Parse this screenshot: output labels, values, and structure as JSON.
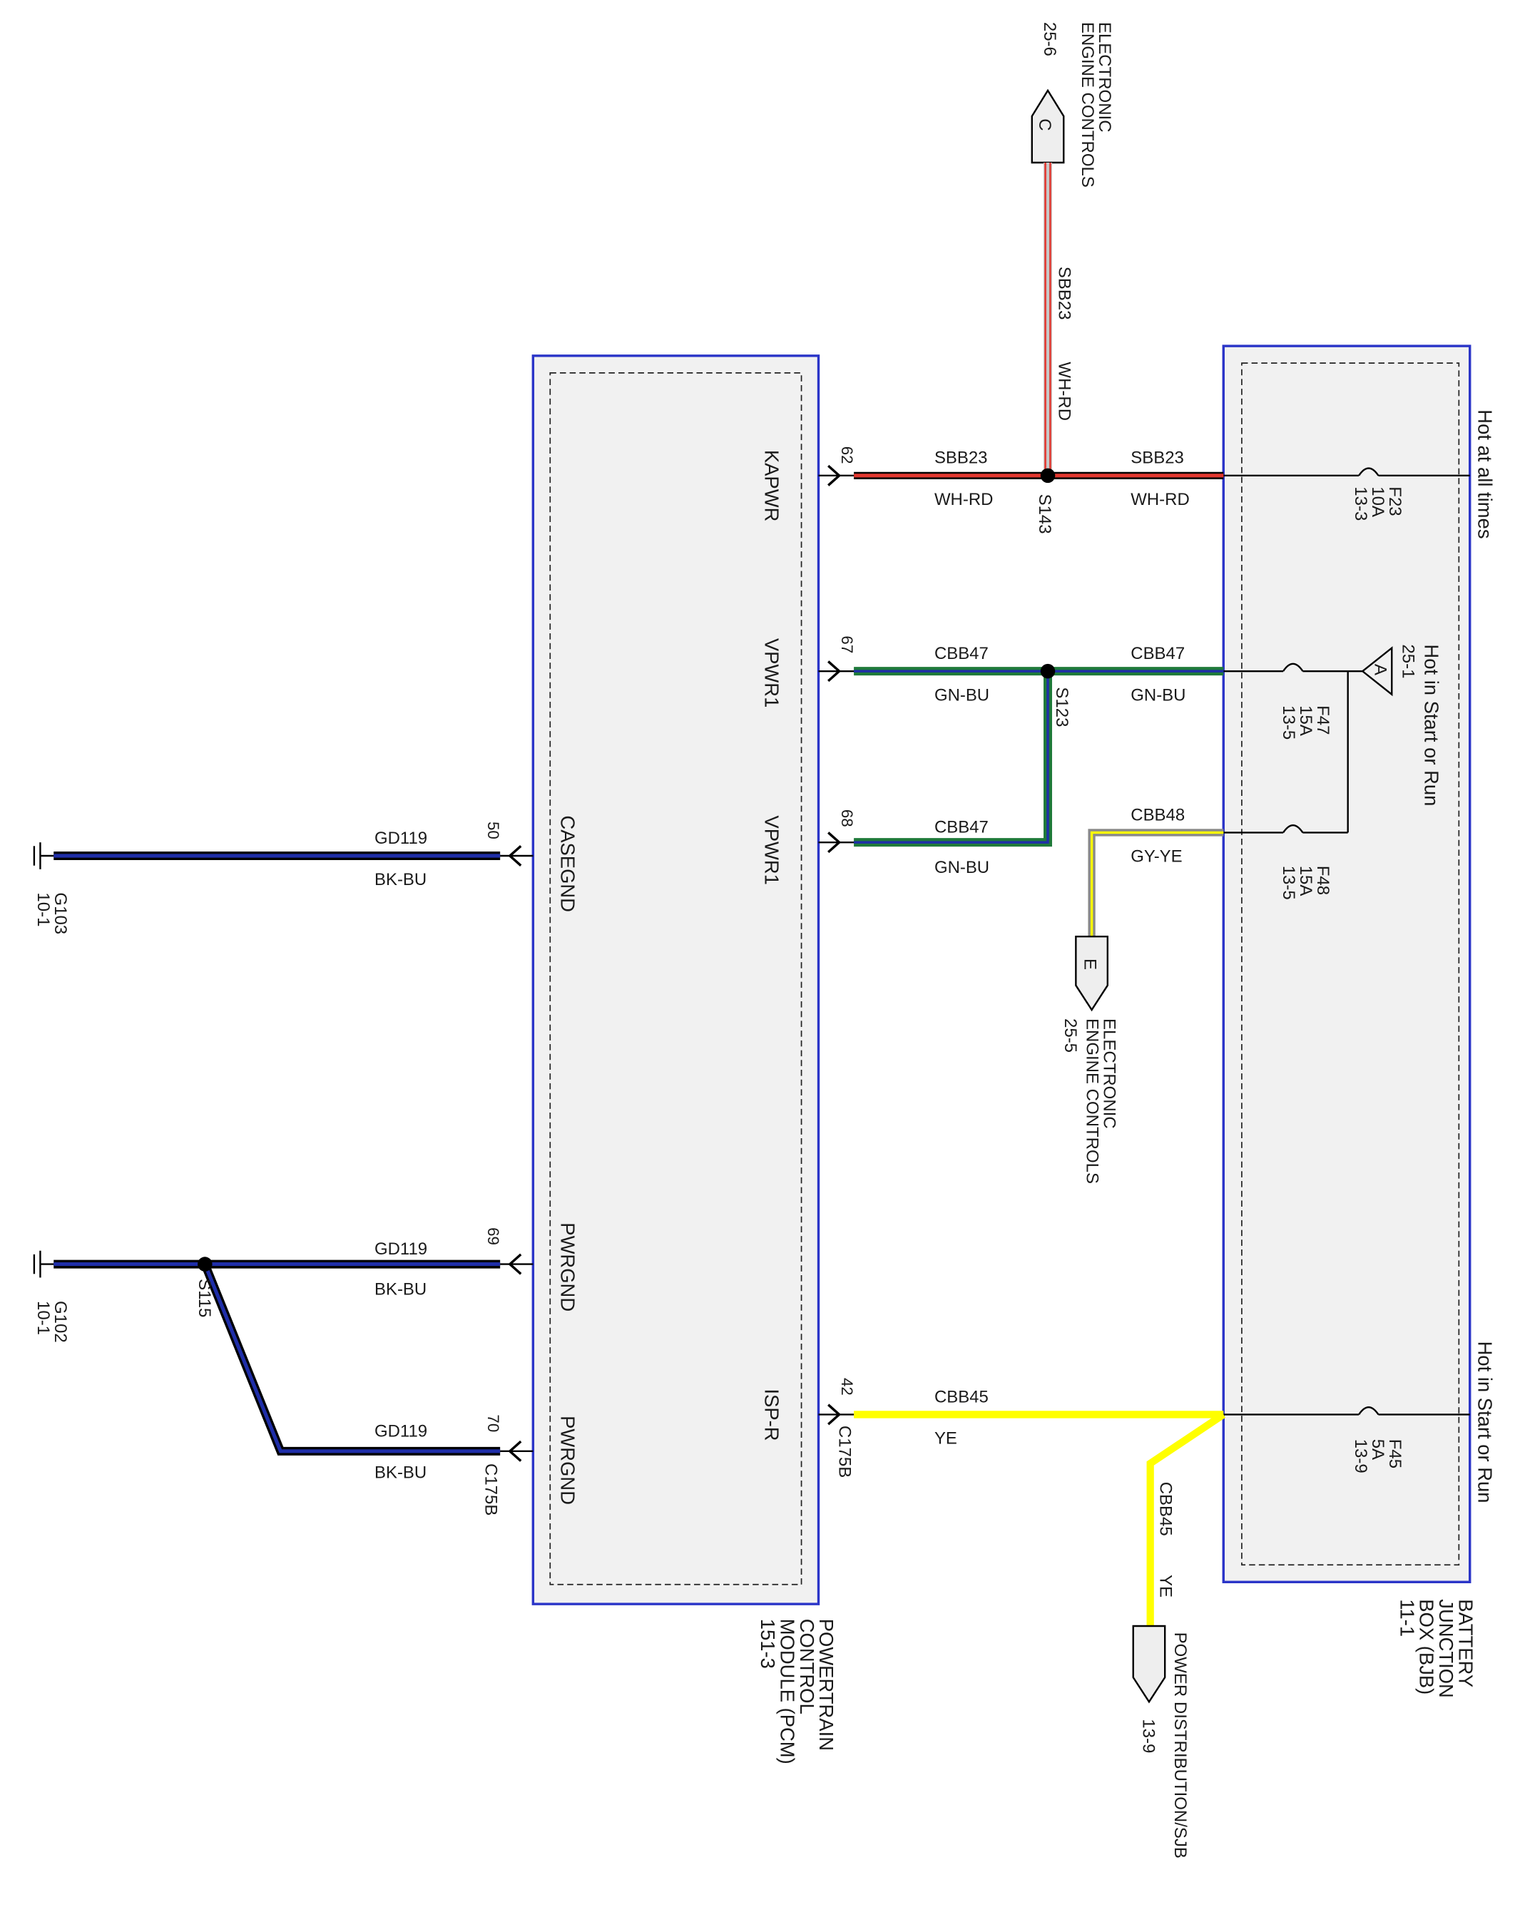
{
  "header": {
    "hot_all_times": "Hot at all times",
    "hot_start_run_top": "Hot in Start or Run",
    "hot_start_run_bottom": "Hot in Start or Run"
  },
  "bjb": {
    "line1": "BATTERY",
    "line2": "JUNCTION",
    "line3": "BOX (BJB)",
    "ref": "11-1"
  },
  "pcm": {
    "line1": "POWERTRAIN",
    "line2": "CONTROL",
    "line3": "MODULE (PCM)",
    "ref": "151-3"
  },
  "fuses": {
    "f23": {
      "name": "F23",
      "rating": "10A",
      "ref": "13-3"
    },
    "f47": {
      "name": "F47",
      "rating": "15A",
      "ref": "13-5"
    },
    "f48": {
      "name": "F48",
      "rating": "15A",
      "ref": "13-5"
    },
    "f45": {
      "name": "F45",
      "rating": "5A",
      "ref": "13-9"
    }
  },
  "connectors": {
    "c": {
      "letter": "C",
      "title1": "ELECTRONIC",
      "title2": "ENGINE CONTROLS",
      "ref": "25-6"
    },
    "a": {
      "letter": "A",
      "ref": "25-1"
    },
    "e": {
      "letter": "E",
      "title1": "ELECTRONIC",
      "title2": "ENGINE CONTROLS",
      "ref": "25-5"
    },
    "pd": {
      "title": "POWER DISTRIBUTION/SJB",
      "ref": "13-9"
    },
    "c175b_top": "C175B",
    "c175b_bottom": "C175B"
  },
  "splices": {
    "s143": "S143",
    "s123": "S123",
    "s115": "S115"
  },
  "grounds": {
    "g103": {
      "name": "G103",
      "ref": "10-1"
    },
    "g102": {
      "name": "G102",
      "ref": "10-1"
    }
  },
  "pins": {
    "p62": {
      "num": "62",
      "name": "KAPWR"
    },
    "p67": {
      "num": "67",
      "name": "VPWR1"
    },
    "p68": {
      "num": "68",
      "name": "VPWR1"
    },
    "p42": {
      "num": "42",
      "name": "ISP-R"
    },
    "p50": {
      "num": "50",
      "name": "CASEGND"
    },
    "p69": {
      "num": "69",
      "name": "PWRGND"
    },
    "p70": {
      "num": "70",
      "name": "PWRGND"
    }
  },
  "wires": {
    "sbb23": {
      "circuit": "SBB23",
      "color": "WH-RD"
    },
    "cbb47": {
      "circuit": "CBB47",
      "color": "GN-BU"
    },
    "cbb48": {
      "circuit": "CBB48",
      "color": "GY-YE"
    },
    "cbb45": {
      "circuit": "CBB45",
      "color": "YE"
    },
    "gd119": {
      "circuit": "GD119",
      "color": "BK-BU"
    }
  },
  "wire_colors": {
    "red": "#e2372f",
    "white": "#ffffff",
    "green": "#1f7a3a",
    "blue": "#1f2ea8",
    "gray": "#8a8a8a",
    "yellow": "#ffff00",
    "black": "#000000",
    "box_border": "#2b35c8"
  }
}
